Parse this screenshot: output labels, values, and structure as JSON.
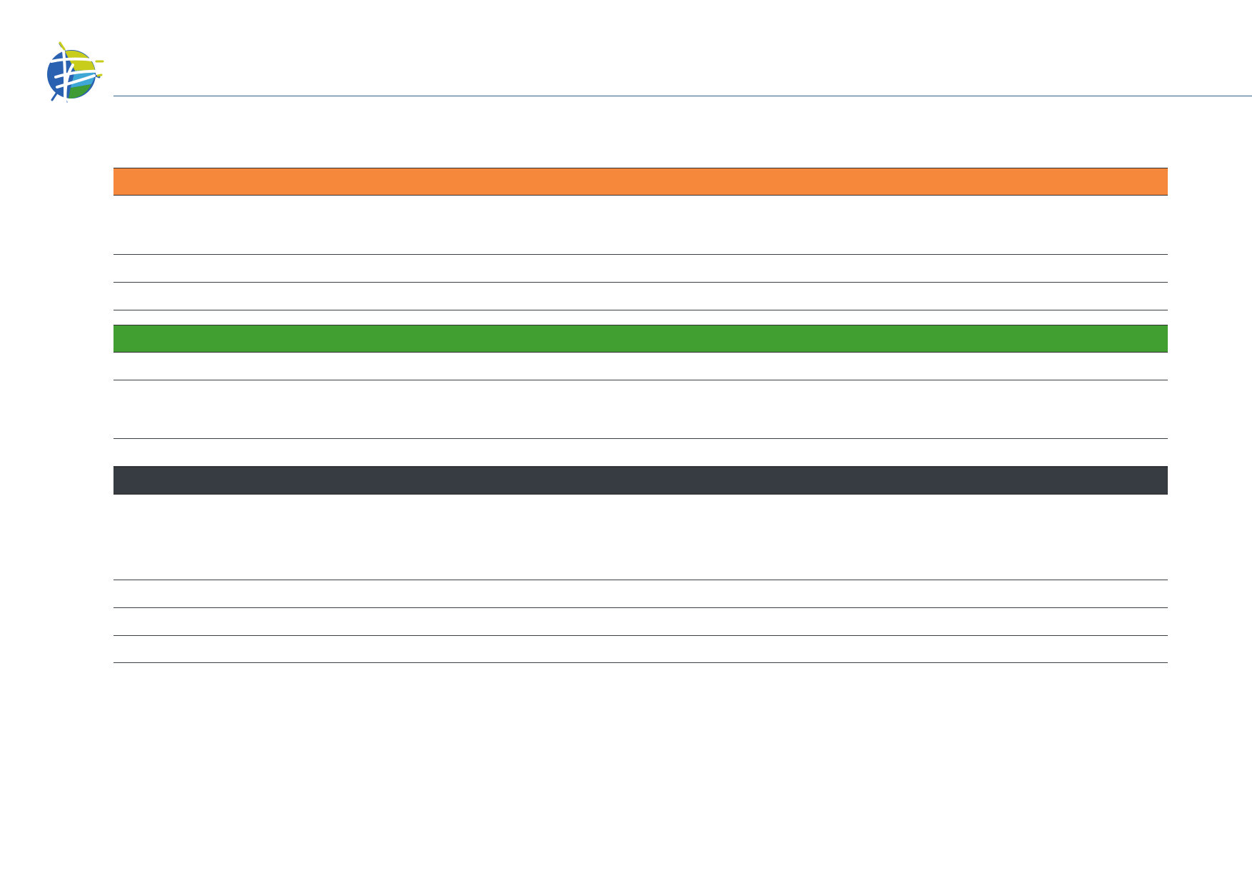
{
  "logo": {
    "icon": "globe-logo-icon",
    "colors": {
      "blue": "#2a61b0",
      "yellow": "#c8cc1a",
      "cyan": "#3fa7d6",
      "green": "#3f9b33"
    }
  },
  "colors": {
    "header_rule": "#2f5f86",
    "row_rule": "#3a3f45",
    "orange": "#f5883a",
    "green": "#419f31",
    "dark": "#373b42"
  },
  "sections": [
    {
      "name": "orange",
      "color": "#f5883a",
      "rows": [
        {
          "height": 83
        },
        {
          "height": 39
        },
        {
          "height": 39
        }
      ],
      "gap_after": 20
    },
    {
      "name": "green",
      "color": "#419f31",
      "rows": [
        {
          "height": 39
        },
        {
          "height": 82
        },
        {
          "height": 39
        }
      ],
      "gap_after": 0
    },
    {
      "name": "dark",
      "color": "#373b42",
      "rows": [
        {
          "height": 120
        },
        {
          "height": 39
        },
        {
          "height": 39
        },
        {
          "height": 38
        }
      ],
      "gap_after": 0
    }
  ]
}
